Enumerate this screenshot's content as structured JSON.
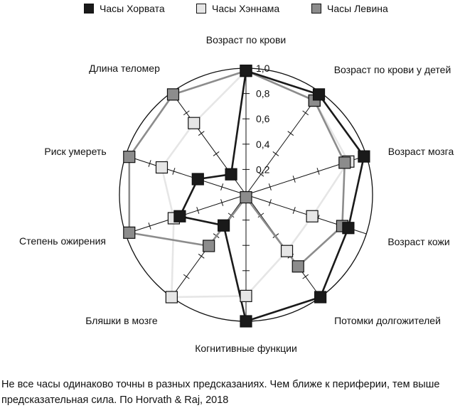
{
  "chart_data": {
    "type": "radar",
    "categories": [
      "Возраст по крови",
      "Возраст по крови у детей",
      "Возраст мозга",
      "Возраст кожи",
      "Потомки долгожителей",
      "Когнитивные функции",
      "Бляшки в мозге",
      "Степень ожирения",
      "Риск умереть",
      "Длина теломер"
    ],
    "series": [
      {
        "name": "Часы Хорвата",
        "color": "#1a1a1a",
        "values": [
          0.98,
          0.98,
          0.98,
          0.85,
          1.0,
          1.0,
          0.3,
          0.55,
          0.4,
          0.2
        ]
      },
      {
        "name": "Часы Хэннама",
        "color": "#e6e6e6",
        "values": [
          0.98,
          0.92,
          0.85,
          0.55,
          0.55,
          0.8,
          1.0,
          0.6,
          0.7,
          0.7
        ]
      },
      {
        "name": "Часы Левина",
        "color": "#8c8c8c",
        "values": [
          0.98,
          0.92,
          0.82,
          0.8,
          0.7,
          0.02,
          0.5,
          0.97,
          0.97,
          0.98
        ]
      }
    ],
    "axis_ticks": [
      "0,2",
      "0,4",
      "0,6",
      "0,8",
      "1,0"
    ],
    "rlim": [
      0,
      1
    ]
  },
  "caption": [
    "Не все часы одинаково точны в разных предсказаниях. Чем ближе к периферии, тем выше",
    "предсказательная сила. По Horvath & Raj, 2018"
  ]
}
